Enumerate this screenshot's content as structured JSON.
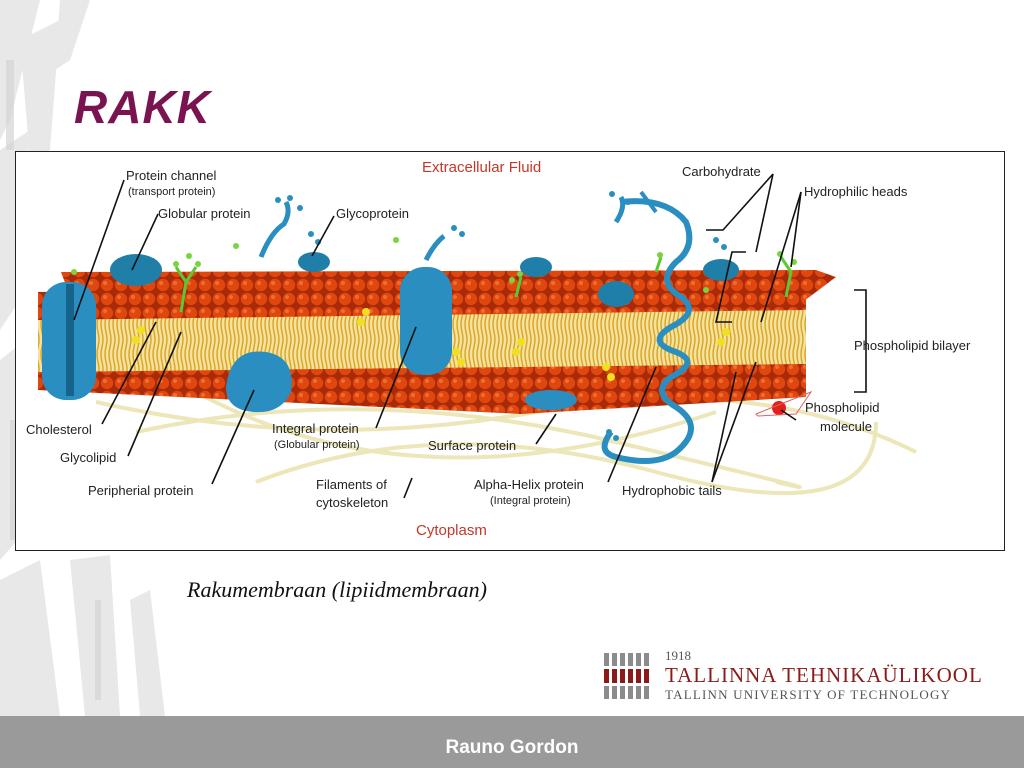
{
  "slide": {
    "title": "RAKK",
    "caption": "Rakumembraan (lipiidmembraan)",
    "footer": "Rauno Gordon"
  },
  "diagram": {
    "region_top": "Extracellular Fluid",
    "region_bottom": "Cytoplasm",
    "labels": {
      "protein_channel": "Protein channel",
      "protein_channel_sub": "(transport protein)",
      "globular_protein": "Globular protein",
      "glycoprotein": "Glycoprotein",
      "carbohydrate": "Carbohydrate",
      "hydrophilic_heads": "Hydrophilic heads",
      "phospholipid_bilayer": "Phospholipid bilayer",
      "phospholipid_molecule_1": "Phospholipid",
      "phospholipid_molecule_2": "molecule",
      "cholesterol": "Cholesterol",
      "glycolipid": "Glycolipid",
      "peripherial_protein": "Peripherial protein",
      "integral_protein": "Integral protein",
      "integral_protein_sub": "(Globular protein)",
      "surface_protein": "Surface protein",
      "filaments_1": "Filaments of",
      "filaments_2": "cytoskeleton",
      "alpha_helix": "Alpha-Helix protein",
      "alpha_helix_sub": "(Integral protein)",
      "hydrophobic_tails": "Hydrophobic tails"
    }
  },
  "logo": {
    "year": "1918",
    "name": "TALLINNA TEHNIKAÜLIKOOL",
    "subtitle": "TALLINN UNIVERSITY OF TECHNOLOGY"
  },
  "colors": {
    "title": "#7a1450",
    "membrane_head": "#d63a0f",
    "protein": "#2a8fc0",
    "footer_bg": "#9a9a9a"
  }
}
